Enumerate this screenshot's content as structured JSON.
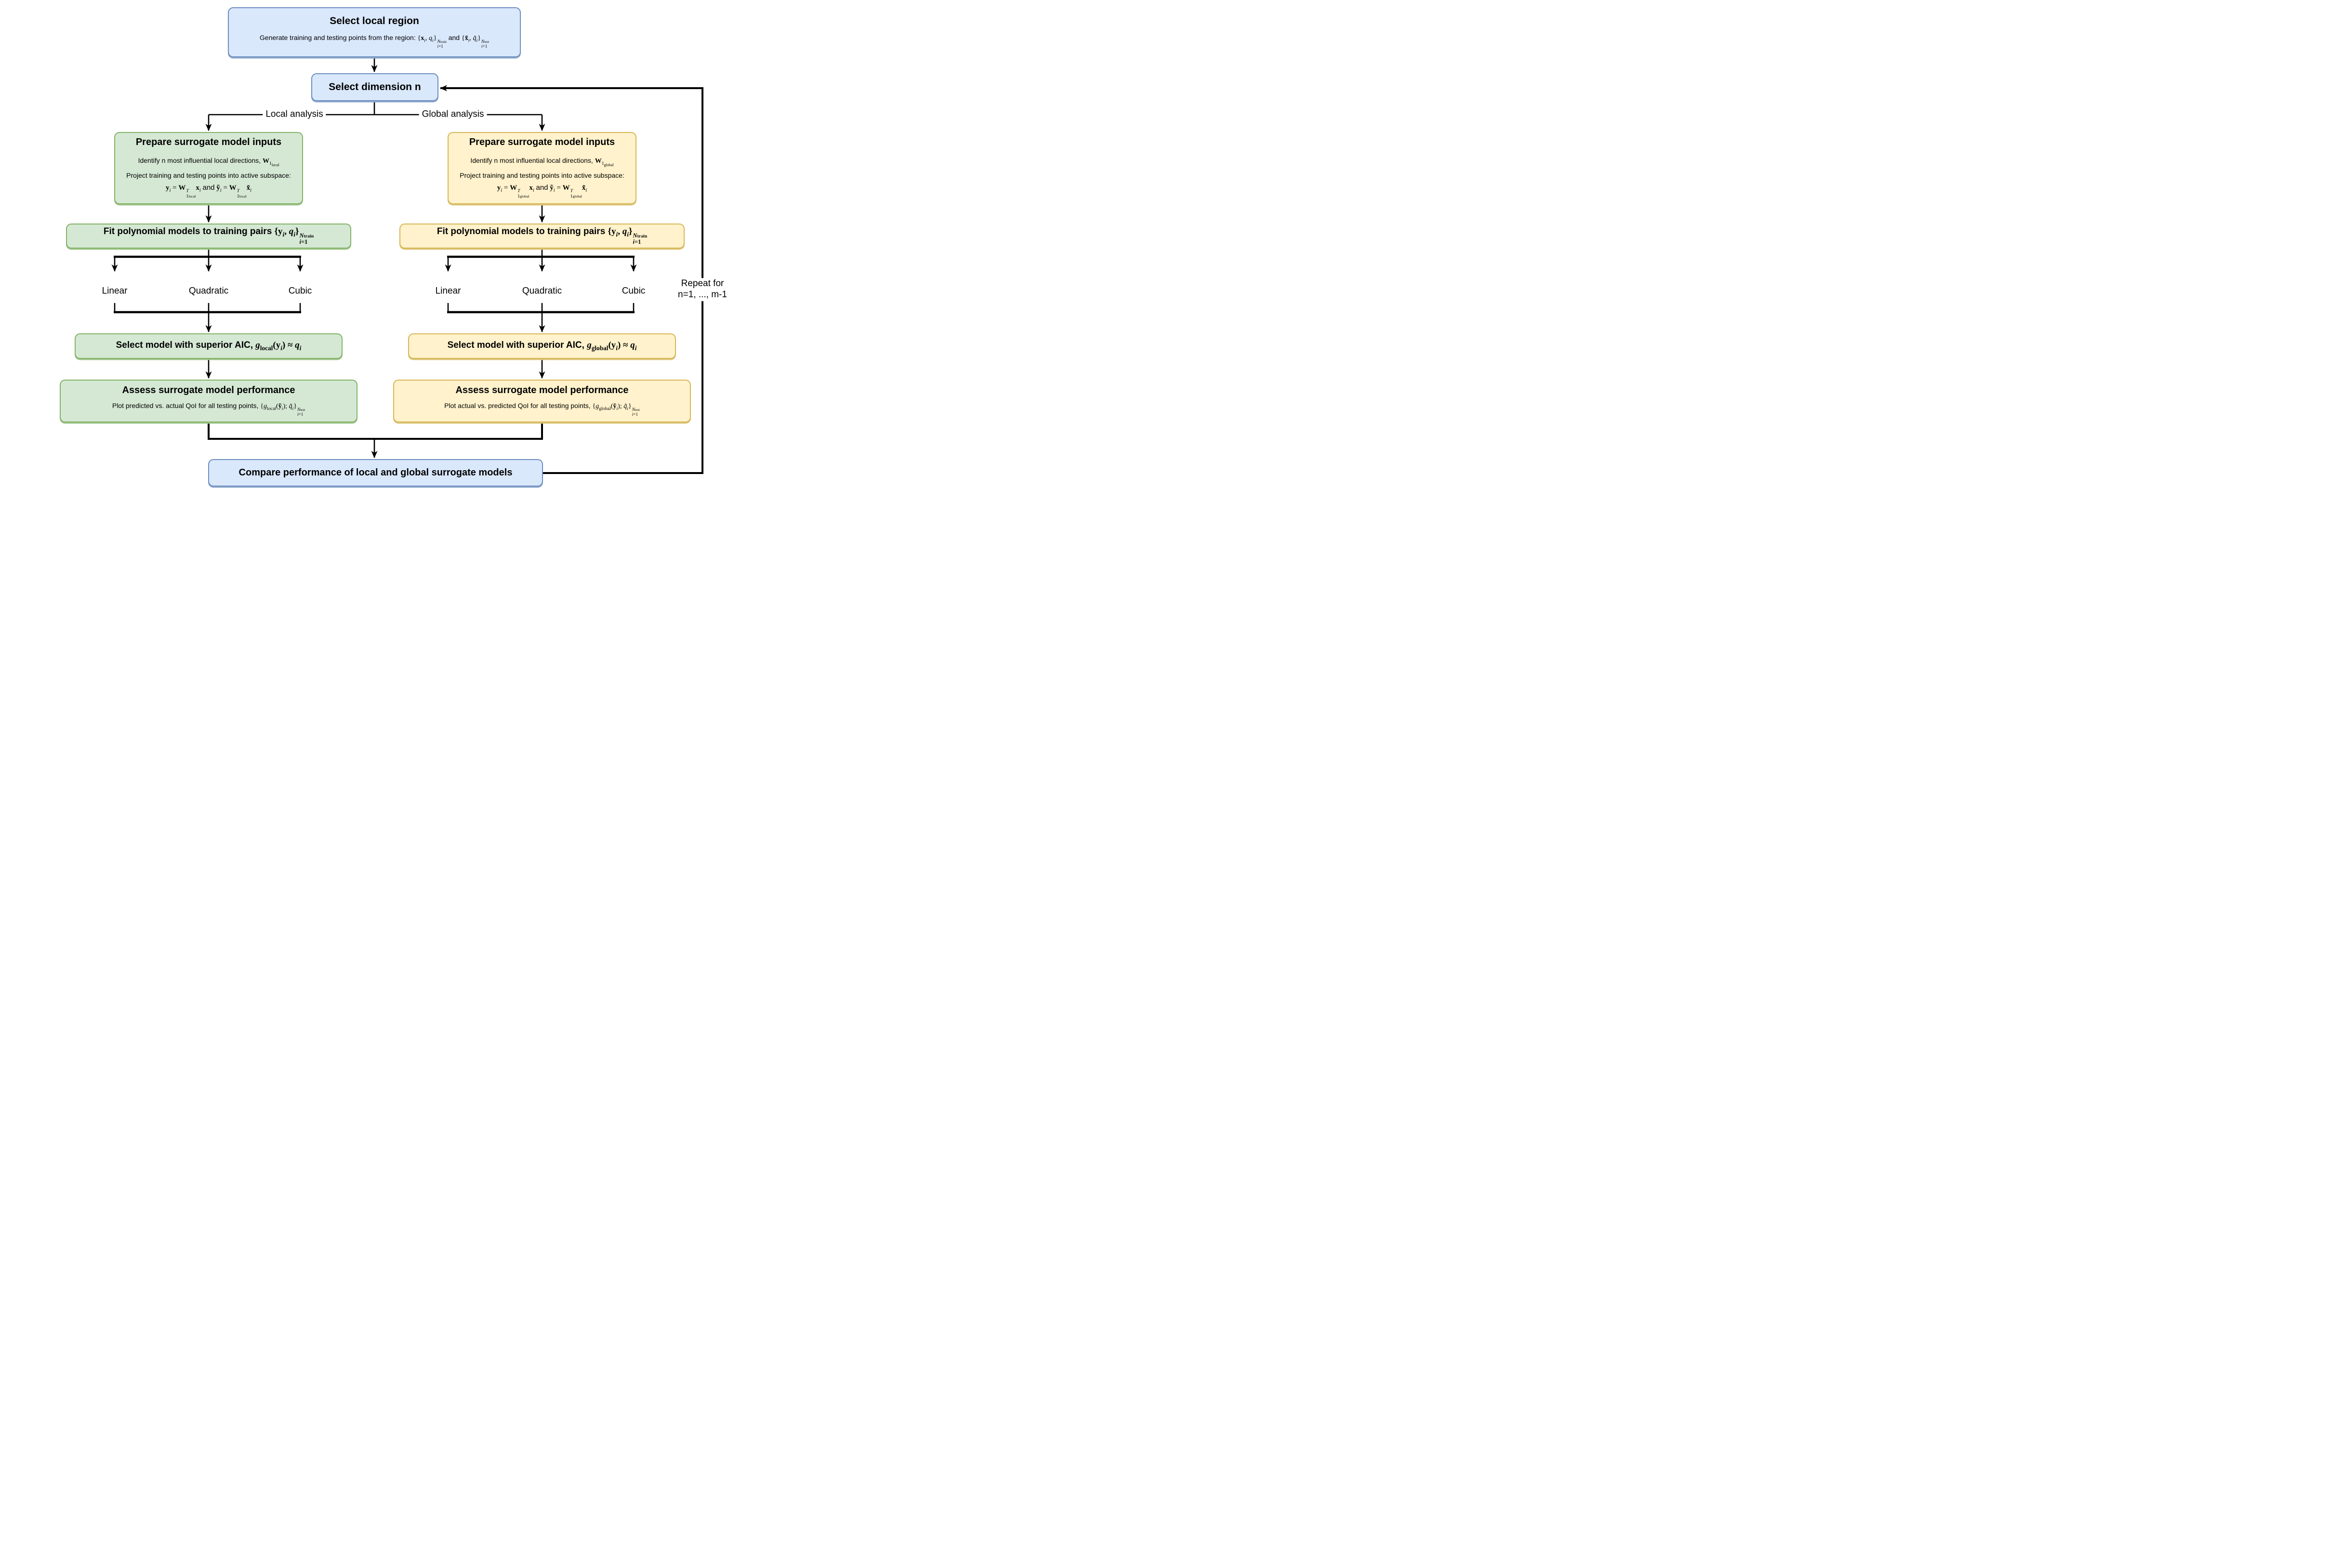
{
  "colors": {
    "blue_fill": "#dae8fc",
    "blue_stroke": "#6c8ebf",
    "green_fill": "#d5e8d4",
    "green_stroke": "#82b366",
    "yellow_fill": "#fff2cc",
    "yellow_stroke": "#d6b656",
    "line": "#000000",
    "background": "#ffffff"
  },
  "top": {
    "select_region_title": "Select local region",
    "select_region_subtitle_html": "Generate training and testing points from the region: <span class='m'>{<b>x</b><sub><i>i</i></sub>, <i>q</i><sub><i>i</i></sub>}<span class='stk'><span><i>N</i><span class='ss'>train</span></span><span><i>i</i>=1</span></span></span> and <span class='m'>{<b>x&#771;</b><sub><i>i</i></sub>, <i>q&#771;</i><sub><i>i</i></sub>}<span class='stk'><span><i>N</i><span class='ss'>test</span></span><span><i>i</i>=1</span></span></span>",
    "select_dimension_title": "Select dimension n"
  },
  "branch_labels": {
    "local": "Local analysis",
    "global": "Global analysis"
  },
  "local": {
    "prepare_title": "Prepare surrogate model inputs",
    "prepare_line1_html": "Identify n most influential local directions, <span class='m'><b>W</b><sub>1<sub>local</sub></sub></span>",
    "prepare_line2": "Project training and testing points into active subspace:",
    "prepare_eq_html": "<b>y</b><sub><i>i</i></sub> = <b>W</b><span class='stk'><span><i>T</i></span><span>1<span class='ss'>local</span></span></span><b>x</b><sub><i>i</i></sub> <span class='sans'>and</span> <b>y&#771;</b><sub><i>i</i></sub> = <b>W</b><span class='stk'><span><i>T</i></span><span>1<span class='ss'>local</span></span></span><b>x&#771;</b><sub><i>i</i></sub>",
    "fit_html": "Fit polynomial models to training pairs <span class='m'>{<b>y</b><sub><i>i</i></sub>, <i>q</i><sub><i>i</i></sub>}<span class='stk'><span><i>N</i><span class='ss'>train</span></span><span><i>i</i>=1</span></span></span>",
    "models": [
      "Linear",
      "Quadratic",
      "Cubic"
    ],
    "aic_html": "Select model with superior AIC, <span class='m'><i>g</i><sub>local</sub>(<b>y</b><sub><i>i</i></sub>) &#8776; <i>q</i><sub><i>i</i></sub></span>",
    "assess_title": "Assess surrogate model performance",
    "assess_sub_html": "Plot predicted vs. actual QoI for all testing points, <span class='m'>{<i>g</i><sub>local</sub>(<b>y&#771;</b><sub><i>i</i></sub>); <i>q&#771;</i><sub><i>i</i></sub>}<span class='stk'><span><i>N</i><span class='ss'>test</span></span><span><i>i</i>=1</span></span></span>"
  },
  "global": {
    "prepare_title": "Prepare surrogate model inputs",
    "prepare_line1_html": "Identify n most influential local directions, <span class='m'><b>W</b><sub>1<sub>global</sub></sub></span>",
    "prepare_line2": "Project training and testing points into active subspace:",
    "prepare_eq_html": "<b>y</b><sub><i>i</i></sub> = <b>W</b><span class='stk'><span><i>T</i></span><span>1<span class='ss'>global</span></span></span><b>x</b><sub><i>i</i></sub> <span class='sans'>and</span> <b>y&#771;</b><sub><i>i</i></sub> = <b>W</b><span class='stk'><span><i>T</i></span><span>1<span class='ss'>global</span></span></span><b>x&#771;</b><sub><i>i</i></sub>",
    "fit_html": "Fit polynomial models to training pairs <span class='m'>{<b>y</b><sub><i>i</i></sub>, <i>q</i><sub><i>i</i></sub>}<span class='stk'><span><i>N</i><span class='ss'>train</span></span><span><i>i</i>=1</span></span></span>",
    "models": [
      "Linear",
      "Quadratic",
      "Cubic"
    ],
    "aic_html": "Select model with superior AIC, <span class='m'><i>g</i><sub>global</sub>(<b>y</b><sub><i>i</i></sub>) &#8776; <i>q</i><sub><i>i</i></sub></span>",
    "assess_title": "Assess surrogate model performance",
    "assess_sub_html": "Plot actual vs. predicted QoI for all testing points, <span class='m'>{<i>g</i><sub>global</sub>(<b>y&#771;</b><sub><i>i</i></sub>); <i>q&#771;</i><sub><i>i</i></sub>}<span class='stk'><span><i>N</i><span class='ss'>test</span></span><span><i>i</i>=1</span></span></span>"
  },
  "compare_title": "Compare performance of local and global surrogate models",
  "repeat_label": {
    "line1": "Repeat for",
    "line2": "n=1, ..., m-1"
  }
}
